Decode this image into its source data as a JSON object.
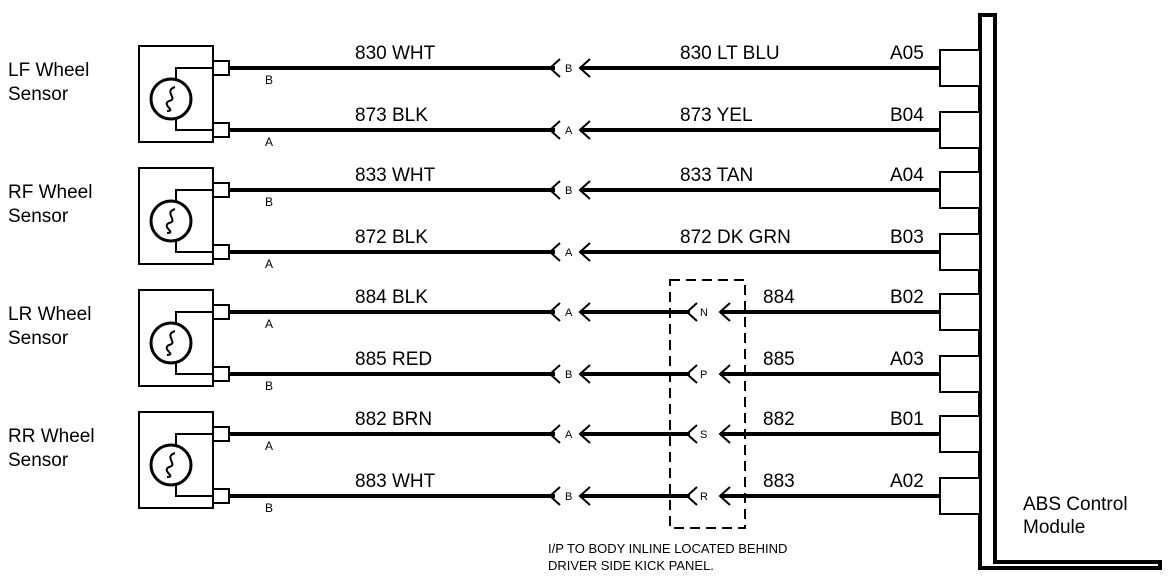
{
  "sensors": [
    {
      "label_line1": "LF Wheel",
      "label_line2": "Sensor",
      "wires": [
        {
          "term": "B",
          "left": "830 WHT",
          "conn_pin": "B",
          "right": "830 LT BLU",
          "inline_pin": "",
          "module_pin": "A05"
        },
        {
          "term": "A",
          "left": "873 BLK",
          "conn_pin": "A",
          "right": "873  YEL",
          "inline_pin": "",
          "module_pin": "B04"
        }
      ]
    },
    {
      "label_line1": "RF Wheel",
      "label_line2": "Sensor",
      "wires": [
        {
          "term": "B",
          "left": "833 WHT",
          "conn_pin": "B",
          "right": "833 TAN",
          "inline_pin": "",
          "module_pin": "A04"
        },
        {
          "term": "A",
          "left": "872 BLK",
          "conn_pin": "A",
          "right": "872 DK GRN",
          "inline_pin": "",
          "module_pin": "B03"
        }
      ]
    },
    {
      "label_line1": "LR Wheel",
      "label_line2": "Sensor",
      "wires": [
        {
          "term": "A",
          "left": "884 BLK",
          "conn_pin": "A",
          "right": "884",
          "inline_pin": "N",
          "module_pin": "B02"
        },
        {
          "term": "B",
          "left": "885 RED",
          "conn_pin": "B",
          "right": "885",
          "inline_pin": "P",
          "module_pin": "A03"
        }
      ]
    },
    {
      "label_line1": "RR Wheel",
      "label_line2": "Sensor",
      "wires": [
        {
          "term": "A",
          "left": "882 BRN",
          "conn_pin": "A",
          "right": "882",
          "inline_pin": "S",
          "module_pin": "B01"
        },
        {
          "term": "B",
          "left": "883 WHT",
          "conn_pin": "B",
          "right": "883",
          "inline_pin": "R",
          "module_pin": "A02"
        }
      ]
    }
  ],
  "module": {
    "label_line1": "ABS Control",
    "label_line2": "Module"
  },
  "inline_note": {
    "line1": "I/P TO BODY INLINE LOCATED BEHIND",
    "line2": "DRIVER SIDE KICK PANEL."
  }
}
